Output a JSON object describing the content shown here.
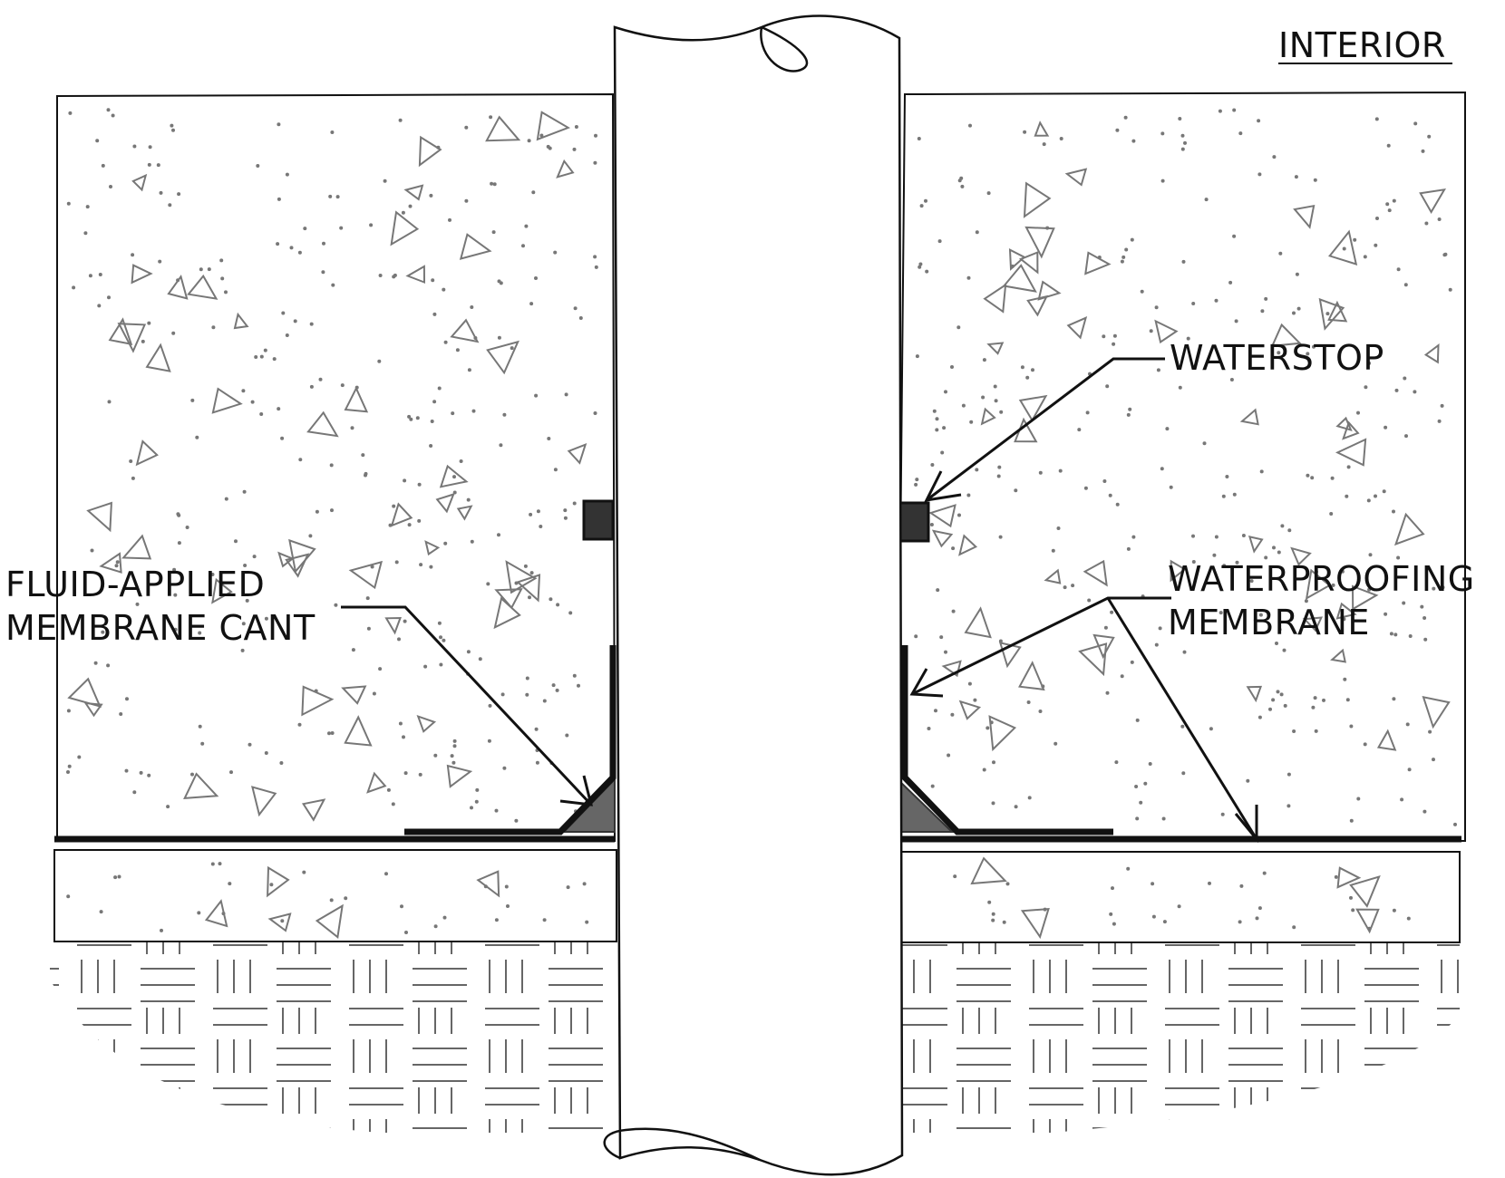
{
  "labels": {
    "interior": "INTERIOR",
    "waterstop": "WATERSTOP",
    "waterproofing_line1": "WATERPROOFING",
    "waterproofing_line2": "MEMBRANE",
    "cant_line1": "FLUID-APPLIED",
    "cant_line2": "MEMBRANE CANT"
  },
  "colors": {
    "line": "#111111",
    "concrete_fill": "#ffffff",
    "aggregate": "#777777",
    "waterstop": "#333333",
    "cant": "#666666",
    "hatch": "#666666"
  }
}
